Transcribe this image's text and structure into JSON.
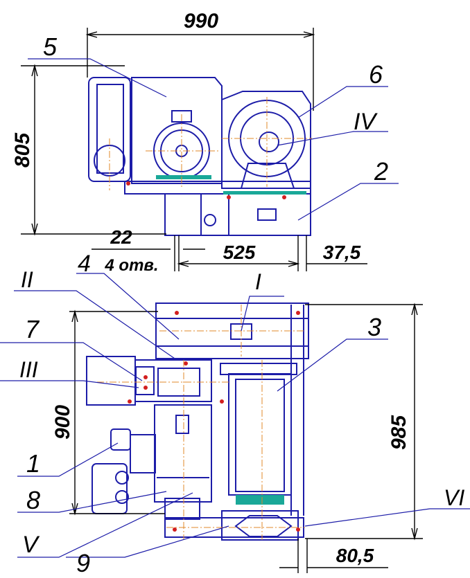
{
  "colors": {
    "outline": "#1c1ca8",
    "dimension": "#000000",
    "centerline": "#e08a2a",
    "accent_green": "#1aa898",
    "accent_red": "#d21f1f"
  },
  "dimensions": {
    "overall_length": "990",
    "overall_height": "805",
    "hole_diameter": "22",
    "hole_count": "4 отв.",
    "hole_spacing": "525",
    "hole_offset": "37,5",
    "plan_width_left": "900",
    "plan_width_right": "985",
    "plan_offset": "80,5"
  },
  "callouts": {
    "c5": "5",
    "c6": "6",
    "cIV": "IV",
    "c2": "2",
    "cII": "II",
    "c4": "4",
    "cI": "I",
    "c7": "7",
    "cIII": "III",
    "c3": "3",
    "c1": "1",
    "c8": "8",
    "cV": "V",
    "c9": "9",
    "cVI": "VI"
  }
}
